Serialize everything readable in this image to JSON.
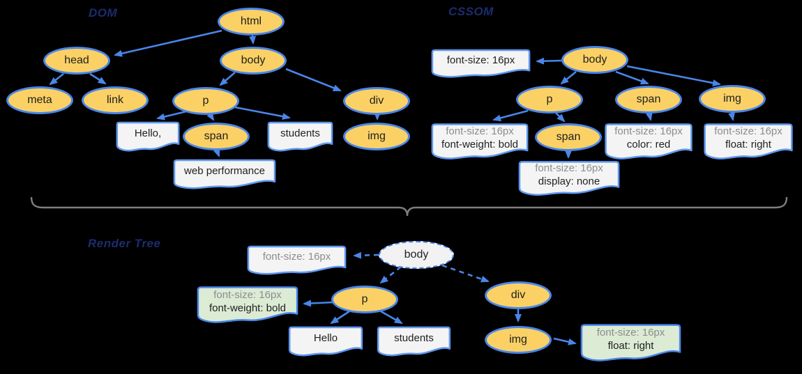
{
  "titles": {
    "dom": "DOM",
    "cssom": "CSSOM",
    "render": "Render Tree"
  },
  "dom": {
    "html": "html",
    "head": "head",
    "body": "body",
    "meta": "meta",
    "link": "link",
    "p": "p",
    "div": "div",
    "span": "span",
    "img": "img",
    "hello": "Hello,",
    "students": "students",
    "webperf": "web performance"
  },
  "cssom": {
    "body": "body",
    "p": "p",
    "span": "span",
    "img": "img",
    "span2": "span",
    "body_style": "font-size: 16px",
    "p_inherited": "font-size: 16px",
    "p_style": "font-weight: bold",
    "span_inherited": "font-size: 16px",
    "span_style": "color: red",
    "img_inherited": "font-size: 16px",
    "img_style": "float: right",
    "span2_inherited": "font-size: 16px",
    "span2_style": "display: none"
  },
  "render": {
    "body": "body",
    "p": "p",
    "div": "div",
    "img": "img",
    "body_style": "font-size: 16px",
    "p_inherited": "font-size: 16px",
    "p_style": "font-weight: bold",
    "img_inherited": "font-size: 16px",
    "img_style": "float: right",
    "hello": "Hello",
    "students": "students"
  },
  "colors": {
    "node_fill": "#FBD165",
    "stroke_blue": "#4A86E8",
    "doc_fill": "#F4F4F4",
    "green_fill": "#DCEBD4",
    "gray_text": "#8C8C8C",
    "black_text": "#1F1F1F",
    "brace_gray": "#7F7F7F",
    "title_navy": "#1C2C6E",
    "background": "#000000"
  }
}
